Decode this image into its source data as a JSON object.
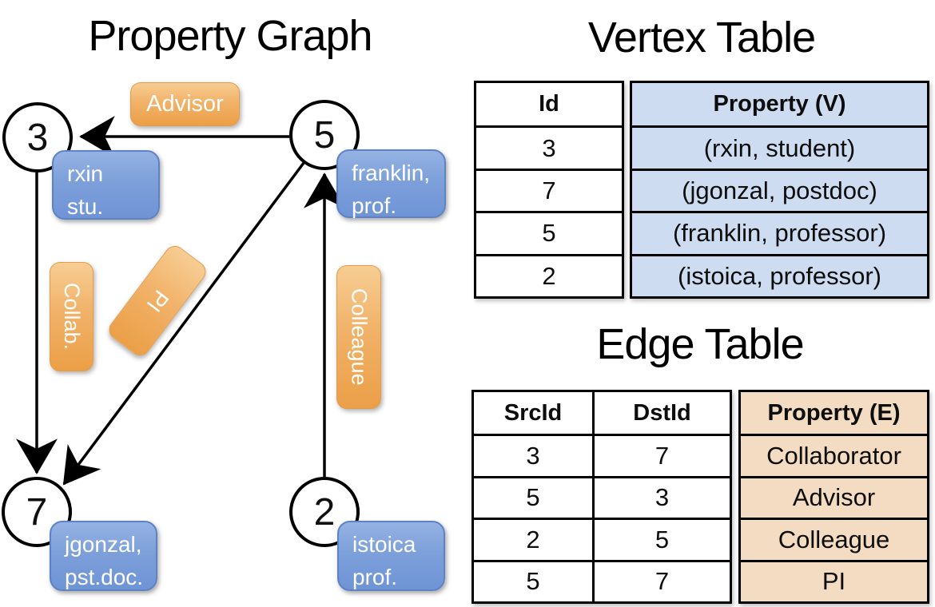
{
  "graph": {
    "title": "Property Graph",
    "nodes": [
      {
        "id": "3",
        "label_line1": "rxin",
        "label_line2": "stu."
      },
      {
        "id": "5",
        "label_line1": "franklin,",
        "label_line2": "prof."
      },
      {
        "id": "7",
        "label_line1": "jgonzal,",
        "label_line2": "pst.doc."
      },
      {
        "id": "2",
        "label_line1": "istoica",
        "label_line2": "prof."
      }
    ],
    "edge_labels": {
      "advisor": "Advisor",
      "collab": "Collab.",
      "pi": "PI",
      "colleague": "Colleague"
    },
    "edges": [
      {
        "src": "5",
        "dst": "3",
        "label": "Advisor"
      },
      {
        "src": "3",
        "dst": "7",
        "label": "Collab."
      },
      {
        "src": "5",
        "dst": "7",
        "label": "PI"
      },
      {
        "src": "2",
        "dst": "5",
        "label": "Colleague"
      }
    ]
  },
  "vertex_table": {
    "title": "Vertex Table",
    "columns": [
      "Id",
      "Property (V)"
    ],
    "rows": [
      {
        "id": "3",
        "property": "(rxin, student)"
      },
      {
        "id": "7",
        "property": "(jgonzal, postdoc)"
      },
      {
        "id": "5",
        "property": "(franklin, professor)"
      },
      {
        "id": "2",
        "property": "(istoica, professor)"
      }
    ]
  },
  "edge_table": {
    "title": "Edge Table",
    "columns": [
      "SrcId",
      "DstId",
      "Property (E)"
    ],
    "rows": [
      {
        "src": "3",
        "dst": "7",
        "property": "Collaborator"
      },
      {
        "src": "5",
        "dst": "3",
        "property": "Advisor"
      },
      {
        "src": "2",
        "dst": "5",
        "property": "Colleague"
      },
      {
        "src": "5",
        "dst": "7",
        "property": "PI"
      }
    ]
  },
  "colors": {
    "vertex_box_blue": "#7d9fdb",
    "edge_box_orange": "#f1b269",
    "vertex_table_fill": "#cddcf1",
    "edge_table_fill": "#f3dcc1",
    "line_black": "#000000"
  }
}
